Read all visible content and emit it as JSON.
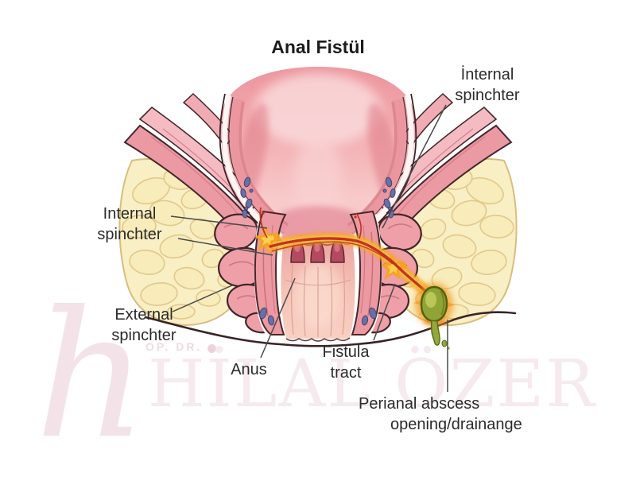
{
  "title": "Anal Fistül",
  "figure": {
    "type": "medical-illustration",
    "subject": "anal fistula coronal cross-section with perianal abscess",
    "labels": {
      "internal_sphincter_top_right": "İnternal spinchter",
      "internal_sphincter_left": "Internal spinchter",
      "external_sphincter": "External spinchter",
      "anus": "Anus",
      "fistula_tract": "Fistula tract",
      "perianal_abscess_line1": "Perianal abscess",
      "perianal_abscess_line2": "opening/drainange"
    },
    "colors": {
      "tissue_pink": "#ef9da6",
      "mucosa_light": "#f8d0cc",
      "fat_yellow": "#f9efc5",
      "fistula_red": "#c23322",
      "inflammation_orange": "#f5a31f",
      "abscess_green": "#8fa437",
      "vein_blue": "#6b6fa8",
      "outline_dark": "#3a2427",
      "label_text": "#2b2b2b",
      "watermark_pink": "#f3e2e9"
    }
  },
  "watermark": {
    "prefix": "OP. DR.",
    "name": "HİLAL ÖZER",
    "logo_letter": "h"
  }
}
